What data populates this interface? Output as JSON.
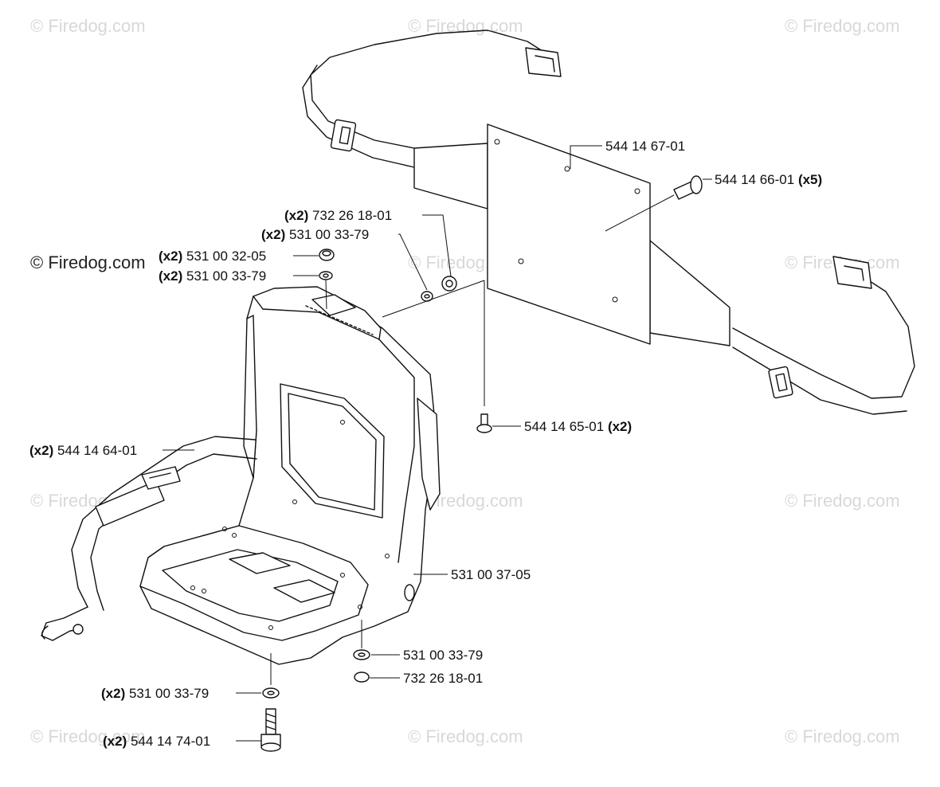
{
  "watermark": "© Firedog.com",
  "parts": [
    {
      "id": "p1",
      "qty": "",
      "number": "544 14 67-01",
      "suffix": ""
    },
    {
      "id": "p2",
      "qty": "",
      "number": "544 14 66-01",
      "suffix": "(x5)"
    },
    {
      "id": "p3",
      "qty": "(x2)",
      "number": "732 26 18-01",
      "suffix": ""
    },
    {
      "id": "p4",
      "qty": "(x2)",
      "number": "531 00 33-79",
      "suffix": ""
    },
    {
      "id": "p5",
      "qty": "(x2)",
      "number": "531 00 32-05",
      "suffix": ""
    },
    {
      "id": "p6",
      "qty": "(x2)",
      "number": "531 00 33-79",
      "suffix": ""
    },
    {
      "id": "p7",
      "qty": "",
      "number": "544 14 65-01",
      "suffix": "(x2)"
    },
    {
      "id": "p8",
      "qty": "(x2)",
      "number": "544 14 64-01",
      "suffix": ""
    },
    {
      "id": "p9",
      "qty": "",
      "number": "531 00 37-05",
      "suffix": ""
    },
    {
      "id": "p10",
      "qty": "",
      "number": "531 00 33-79",
      "suffix": ""
    },
    {
      "id": "p11",
      "qty": "",
      "number": "732 26 18-01",
      "suffix": ""
    },
    {
      "id": "p12",
      "qty": "(x2)",
      "number": "531 00 33-79",
      "suffix": ""
    },
    {
      "id": "p13",
      "qty": "(x2)",
      "number": "544 14 74-01",
      "suffix": ""
    }
  ]
}
